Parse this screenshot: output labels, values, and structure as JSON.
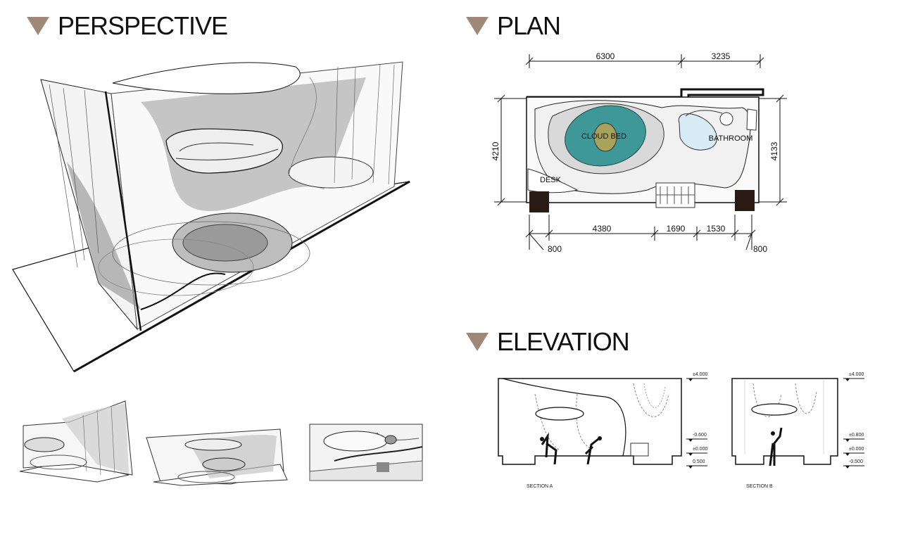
{
  "headings": {
    "perspective": "PERSPECTIVE",
    "plan": "PLAN",
    "elevation": "ELEVATION"
  },
  "plan": {
    "dims_top": [
      "6300",
      "3235"
    ],
    "dims_bottom": [
      "4380",
      "1690",
      "1530"
    ],
    "dims_corner": [
      "800",
      "800"
    ],
    "dims_side": [
      "4210",
      "4133"
    ],
    "rooms": {
      "cloud_bed": "CLOUD BED",
      "bathroom": "BATHROOM",
      "desk": "DESK"
    }
  },
  "elevation": {
    "section_a": {
      "label": "SECTION A",
      "levels": [
        "±4.000",
        "-0.600",
        "±0.000",
        "0.500"
      ]
    },
    "section_b": {
      "label": "SECTION B",
      "levels": [
        "±4.000",
        "±0.800",
        "±0.000",
        "-0.500"
      ]
    }
  },
  "colors": {
    "accent": "#a08878",
    "bed_teal": "#3f9898",
    "bed_olive": "#a8a25a",
    "bath_blue": "#d8ecf6"
  }
}
